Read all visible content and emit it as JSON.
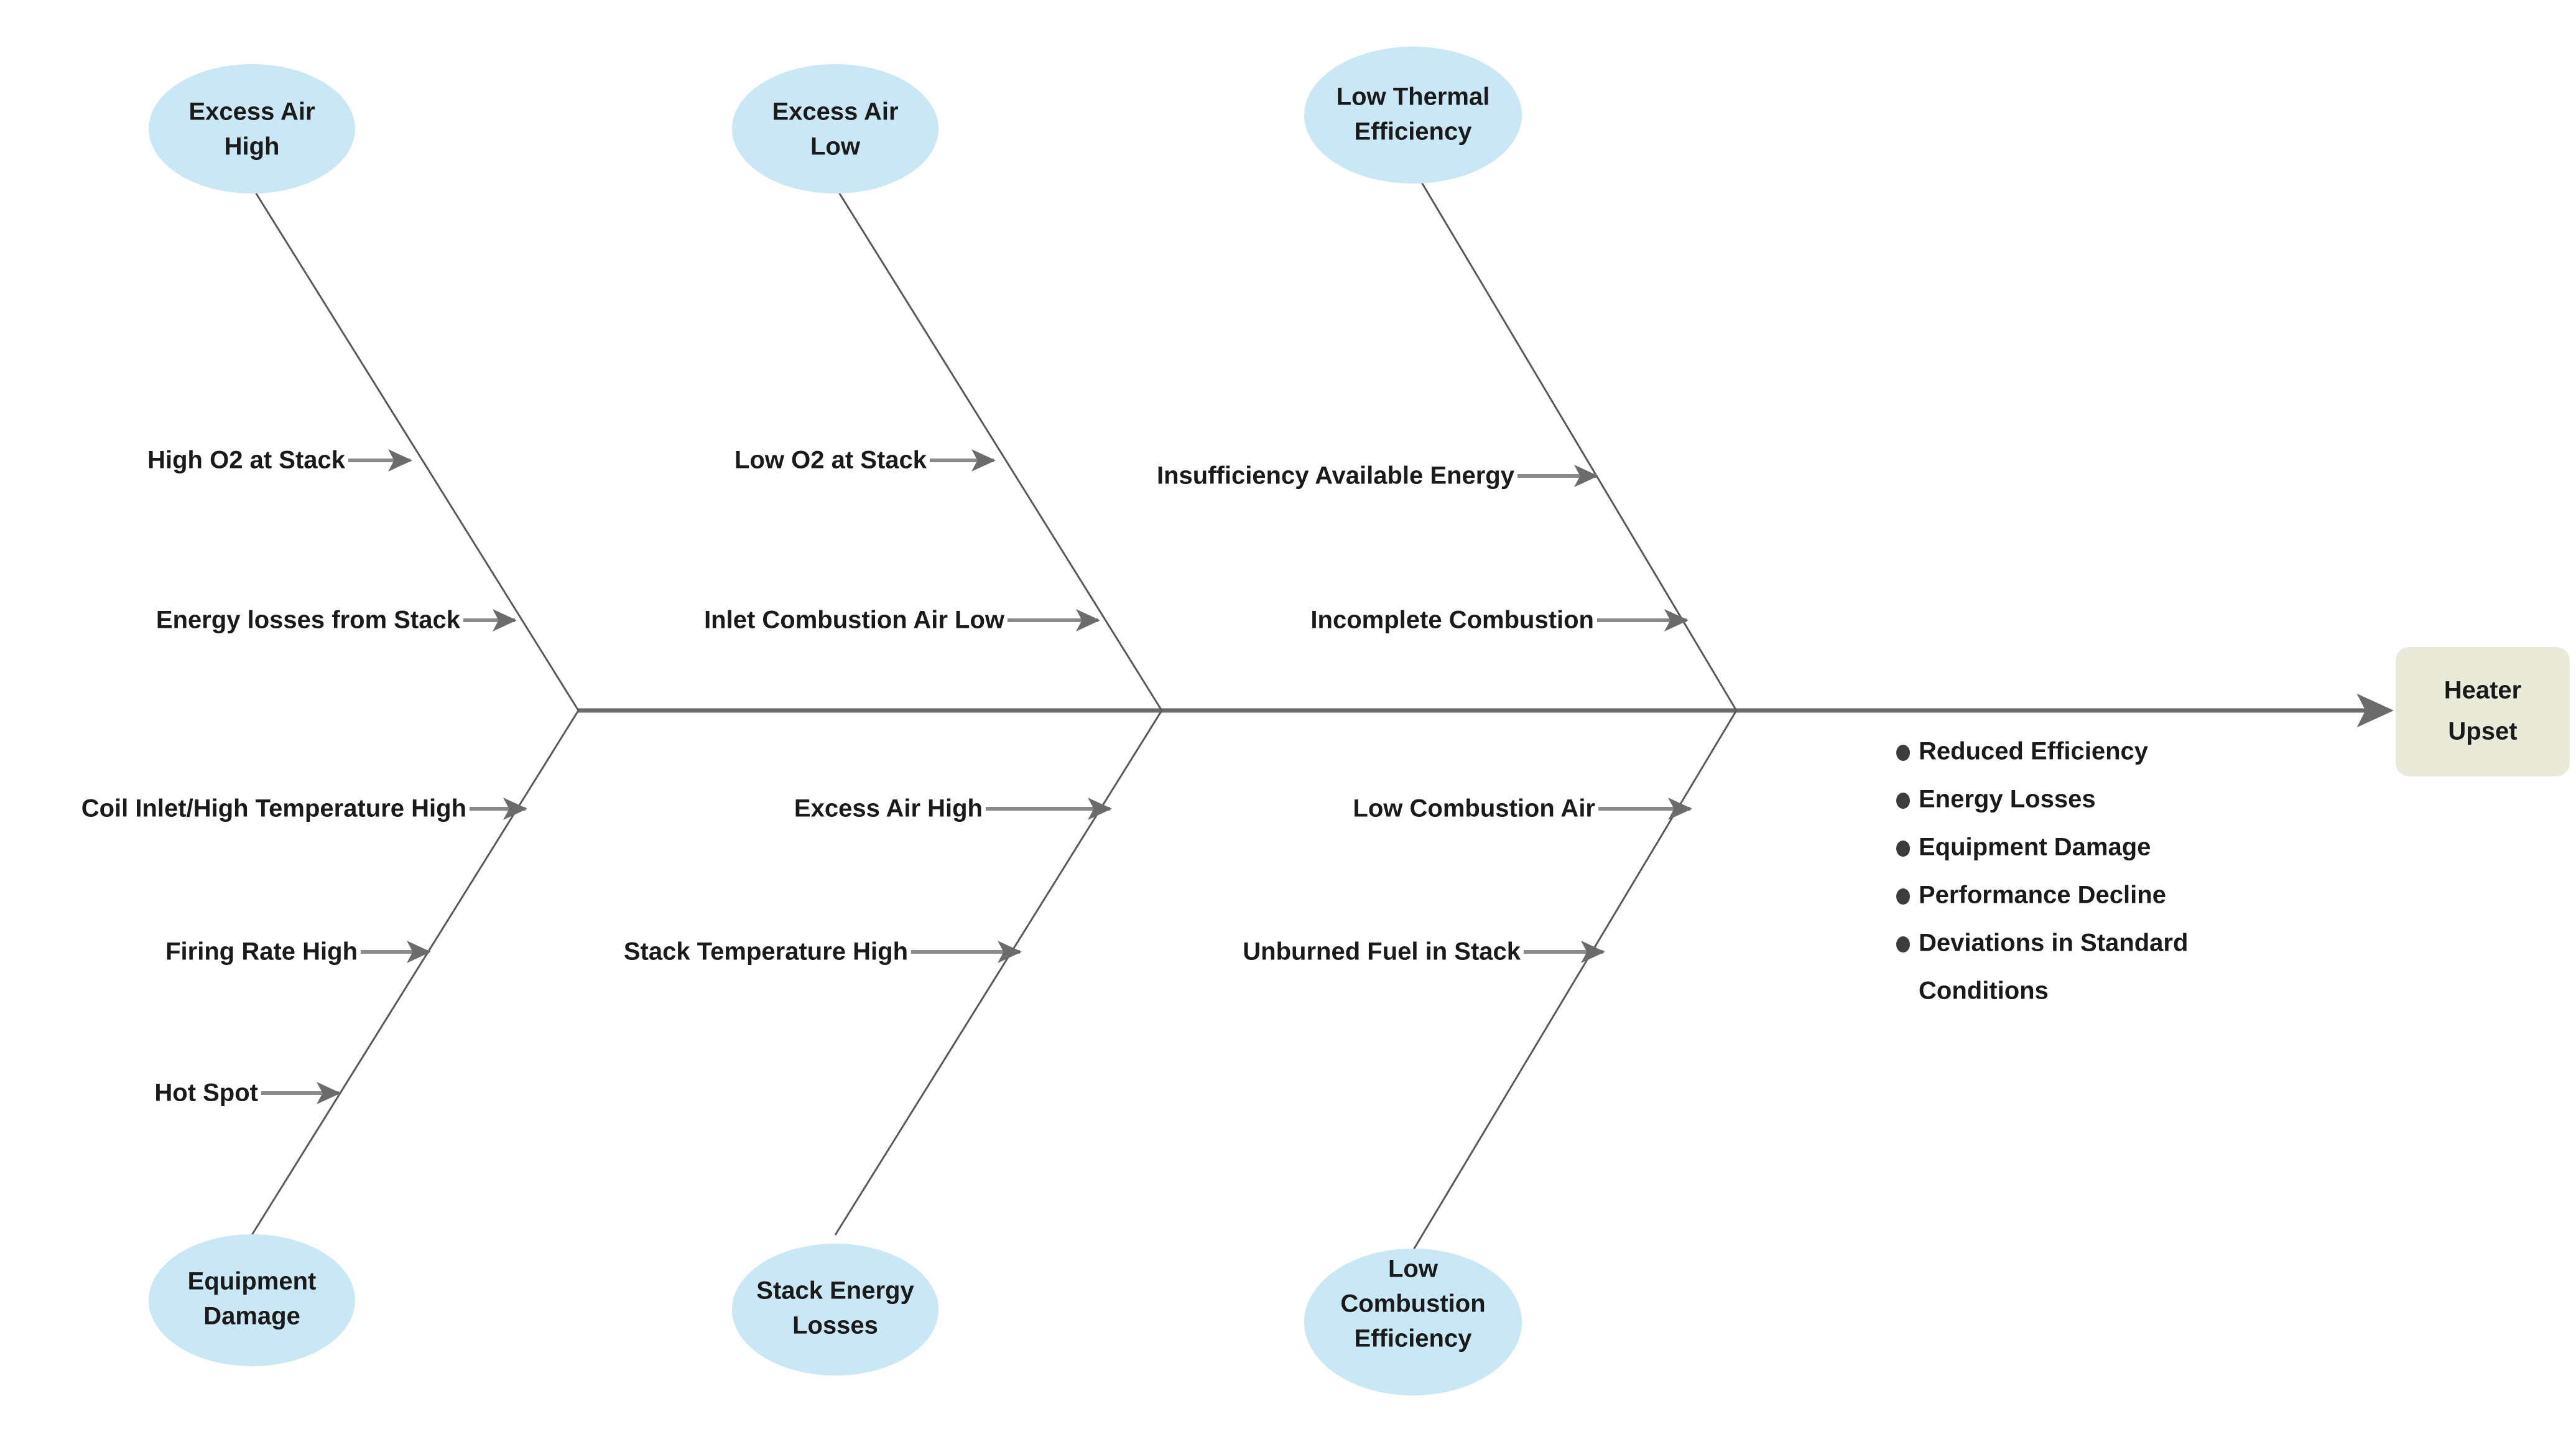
{
  "diagram": {
    "type": "fishbone-ishikawa",
    "head": {
      "label_line1": "Heater",
      "label_line2": "Upset",
      "fill_color": "#eaead9"
    },
    "category_fill_color": "#c9e7f5",
    "spine_color": "#6b6b6b",
    "bone_color": "#5a5a5a",
    "categories_top": [
      {
        "id": "excess-air-high",
        "label_line1": "Excess Air",
        "label_line2": "High",
        "causes": [
          "High O2 at Stack",
          "Energy losses from Stack"
        ]
      },
      {
        "id": "excess-air-low",
        "label_line1": "Excess Air",
        "label_line2": "Low",
        "causes": [
          "Low O2 at Stack",
          "Inlet Combustion Air Low"
        ]
      },
      {
        "id": "low-thermal-efficiency",
        "label_line1": "Low Thermal",
        "label_line2": "Efficiency",
        "causes": [
          "Insufficiency Available Energy",
          "Incomplete Combustion"
        ]
      }
    ],
    "categories_bottom": [
      {
        "id": "equipment-damage",
        "label_line1": "Equipment",
        "label_line2": "Damage",
        "causes": [
          "Coil Inlet/High Temperature High",
          "Firing Rate High",
          "Hot Spot"
        ]
      },
      {
        "id": "stack-energy-losses",
        "label_line1": "Stack Energy",
        "label_line2": "Losses",
        "causes": [
          "Excess Air High",
          "Stack Temperature High"
        ]
      },
      {
        "id": "low-combustion-efficiency",
        "label_line1": "Low",
        "label_line2": "Combustion",
        "label_line3": "Efficiency",
        "causes": [
          "Low Combustion Air",
          "Unburned Fuel in Stack"
        ]
      }
    ],
    "effects": [
      "Reduced Efficiency",
      "Energy Losses",
      "Equipment Damage",
      "Performance Decline",
      "Deviations in Standard",
      "Conditions"
    ]
  }
}
